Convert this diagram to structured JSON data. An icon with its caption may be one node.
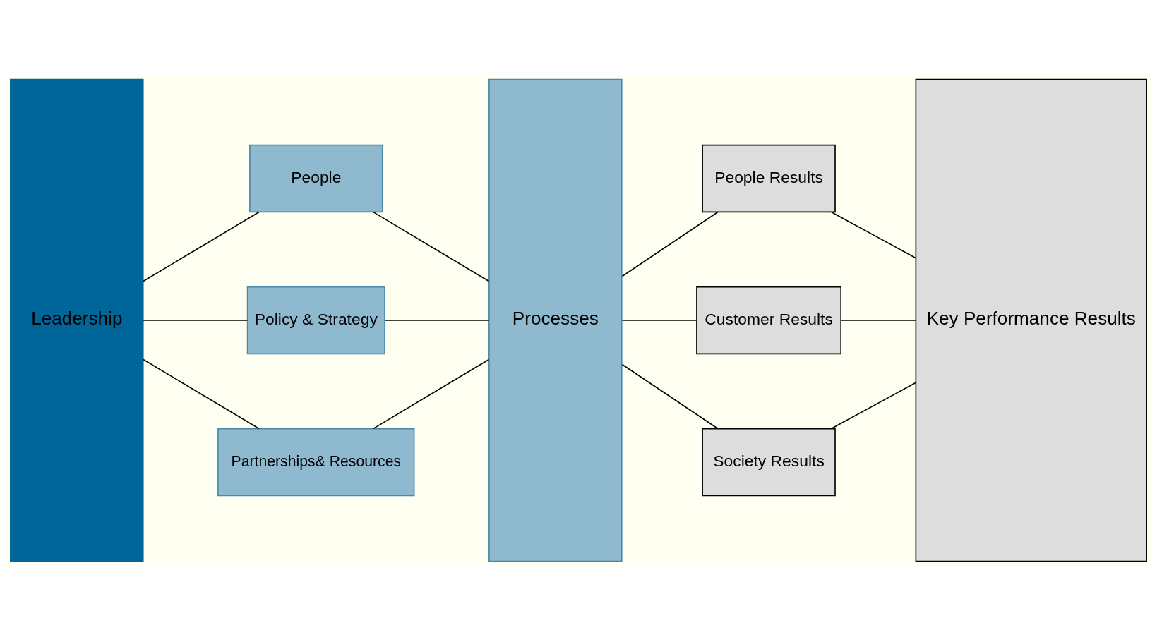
{
  "diagram": {
    "nodes": [
      {
        "text": [
          "Leadership"
        ]
      },
      {
        "text": [
          "People"
        ]
      },
      {
        "text": [
          "Policy & Strategy"
        ]
      },
      {
        "text": [
          "Partnerships& Resources"
        ]
      },
      {
        "text": [
          "Processes"
        ]
      },
      {
        "text": [
          "People Results"
        ]
      },
      {
        "text": [
          "Customer Results"
        ]
      },
      {
        "text": [
          "Society Results"
        ]
      },
      {
        "text": [
          "Key Performance Results"
        ]
      }
    ],
    "edges": [
      {
        "from": 0,
        "to": 1,
        "arrow": "none"
      },
      {
        "from": 0,
        "to": 2,
        "arrow": "none"
      },
      {
        "from": 0,
        "to": 3,
        "arrow": "none"
      },
      {
        "from": 1,
        "to": 4,
        "arrow": "none"
      },
      {
        "from": 2,
        "to": 4,
        "arrow": "none"
      },
      {
        "from": 3,
        "to": 4,
        "arrow": "none"
      },
      {
        "from": 4,
        "to": 5,
        "arrow": "none"
      },
      {
        "from": 4,
        "to": 6,
        "arrow": "none"
      },
      {
        "from": 4,
        "to": 7,
        "arrow": "none"
      },
      {
        "from": 5,
        "to": 8,
        "arrow": "none"
      },
      {
        "from": 6,
        "to": 8,
        "arrow": "none"
      },
      {
        "from": 7,
        "to": 8,
        "arrow": "none"
      }
    ]
  }
}
